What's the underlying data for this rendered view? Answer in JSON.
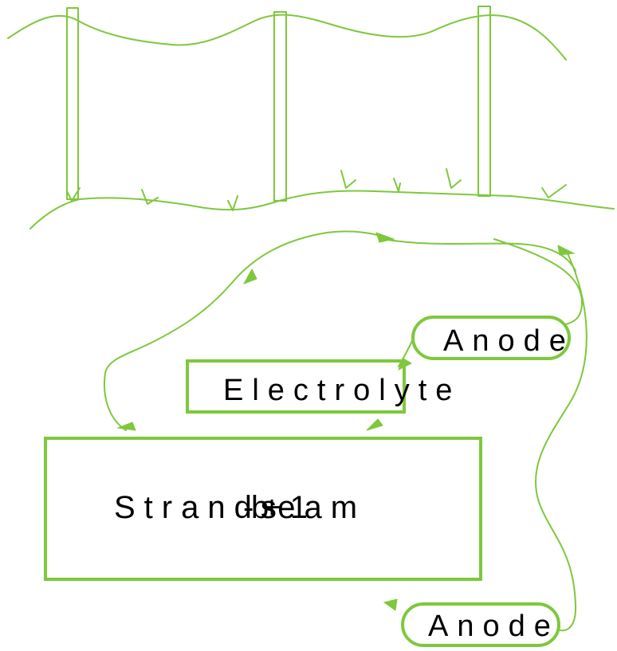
{
  "colors": {
    "accent": "#7dc83c",
    "text": "#000000",
    "background": "#ffffff"
  },
  "labels": {
    "anode_top": "Anode",
    "electrolyte": "Electrolyte",
    "strand_text_1": "Strands",
    "strand_text_2": "beam",
    "strand_text_3": "-+1",
    "anode_bottom": "Anode"
  }
}
